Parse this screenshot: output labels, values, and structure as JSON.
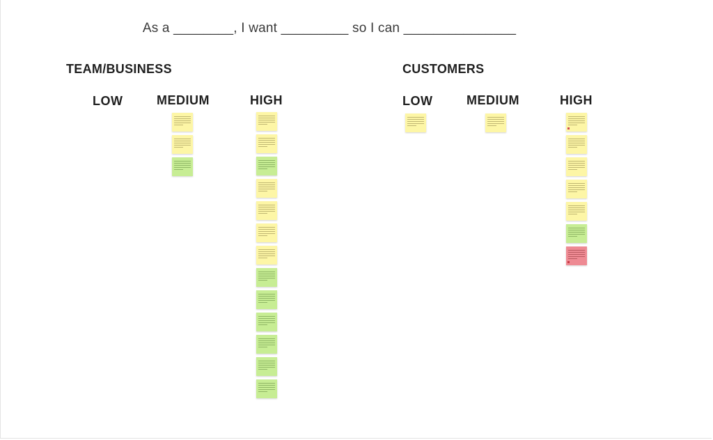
{
  "board": {
    "template_sentence": "As a ________, I want _________ so I can _______________",
    "groups": [
      {
        "title": "TEAM/BUSINESS",
        "columns": [
          {
            "label": "LOW",
            "notes": []
          },
          {
            "label": "MEDIUM",
            "notes": [
              "yellow",
              "yellow",
              "green"
            ]
          },
          {
            "label": "HIGH",
            "notes": [
              "yellow",
              "yellow",
              "green",
              "yellow",
              "yellow",
              "yellow",
              "yellow",
              "green",
              "green",
              "green",
              "green",
              "green",
              "green"
            ]
          }
        ]
      },
      {
        "title": "CUSTOMERS",
        "columns": [
          {
            "label": "LOW",
            "notes": [
              "yellow"
            ]
          },
          {
            "label": "MEDIUM",
            "notes": [
              "yellow"
            ]
          },
          {
            "label": "HIGH",
            "notes": [
              "yellow",
              "yellow",
              "yellow",
              "yellow",
              "yellow",
              "green",
              "pink"
            ]
          }
        ]
      }
    ]
  },
  "colors": {
    "yellow": "#fdf6a6",
    "green": "#c7ed94",
    "pink": "#ee8a93",
    "background": "#ffffff"
  }
}
